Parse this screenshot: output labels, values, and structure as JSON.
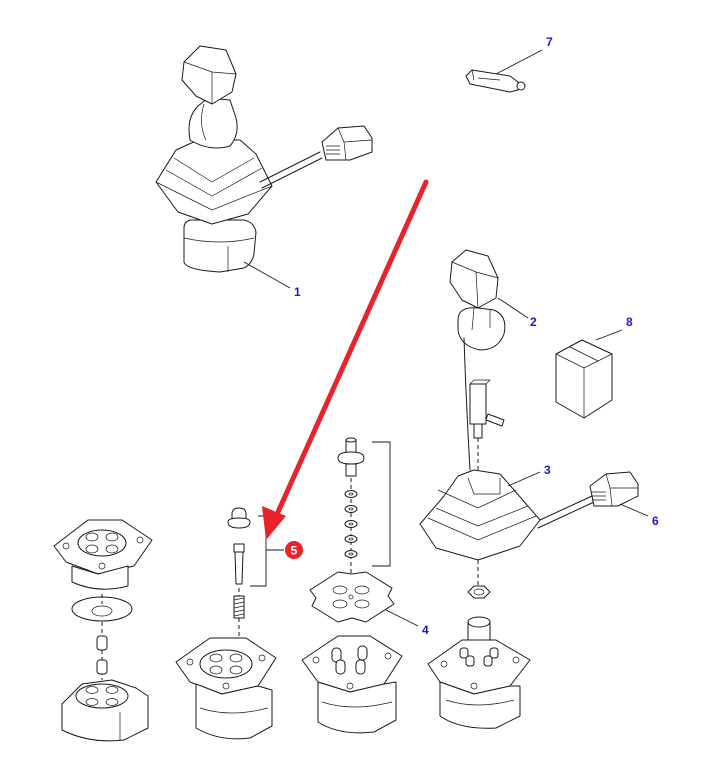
{
  "diagram": {
    "type": "exploded-parts-view",
    "colors": {
      "line": "#1a1a1a",
      "callout": "#1a1acc",
      "highlight": "#e8242a",
      "background": "#ffffff"
    },
    "callouts": [
      {
        "id": "1",
        "label": "1",
        "part": "joystick-assembly-complete"
      },
      {
        "id": "2",
        "label": "2",
        "part": "joystick-handle"
      },
      {
        "id": "3",
        "label": "3",
        "part": "rubber-boot-with-cable"
      },
      {
        "id": "4",
        "label": "4",
        "part": "plunger-kit-plate"
      },
      {
        "id": "5",
        "label": "5",
        "part": "plunger-pin-kit"
      },
      {
        "id": "6",
        "label": "6",
        "part": "electrical-connector"
      },
      {
        "id": "7",
        "label": "7",
        "part": "grease-tube"
      },
      {
        "id": "8",
        "label": "8",
        "part": "kit-box"
      }
    ],
    "highlight": {
      "marker_label": "5",
      "arrow_target": "5"
    }
  }
}
